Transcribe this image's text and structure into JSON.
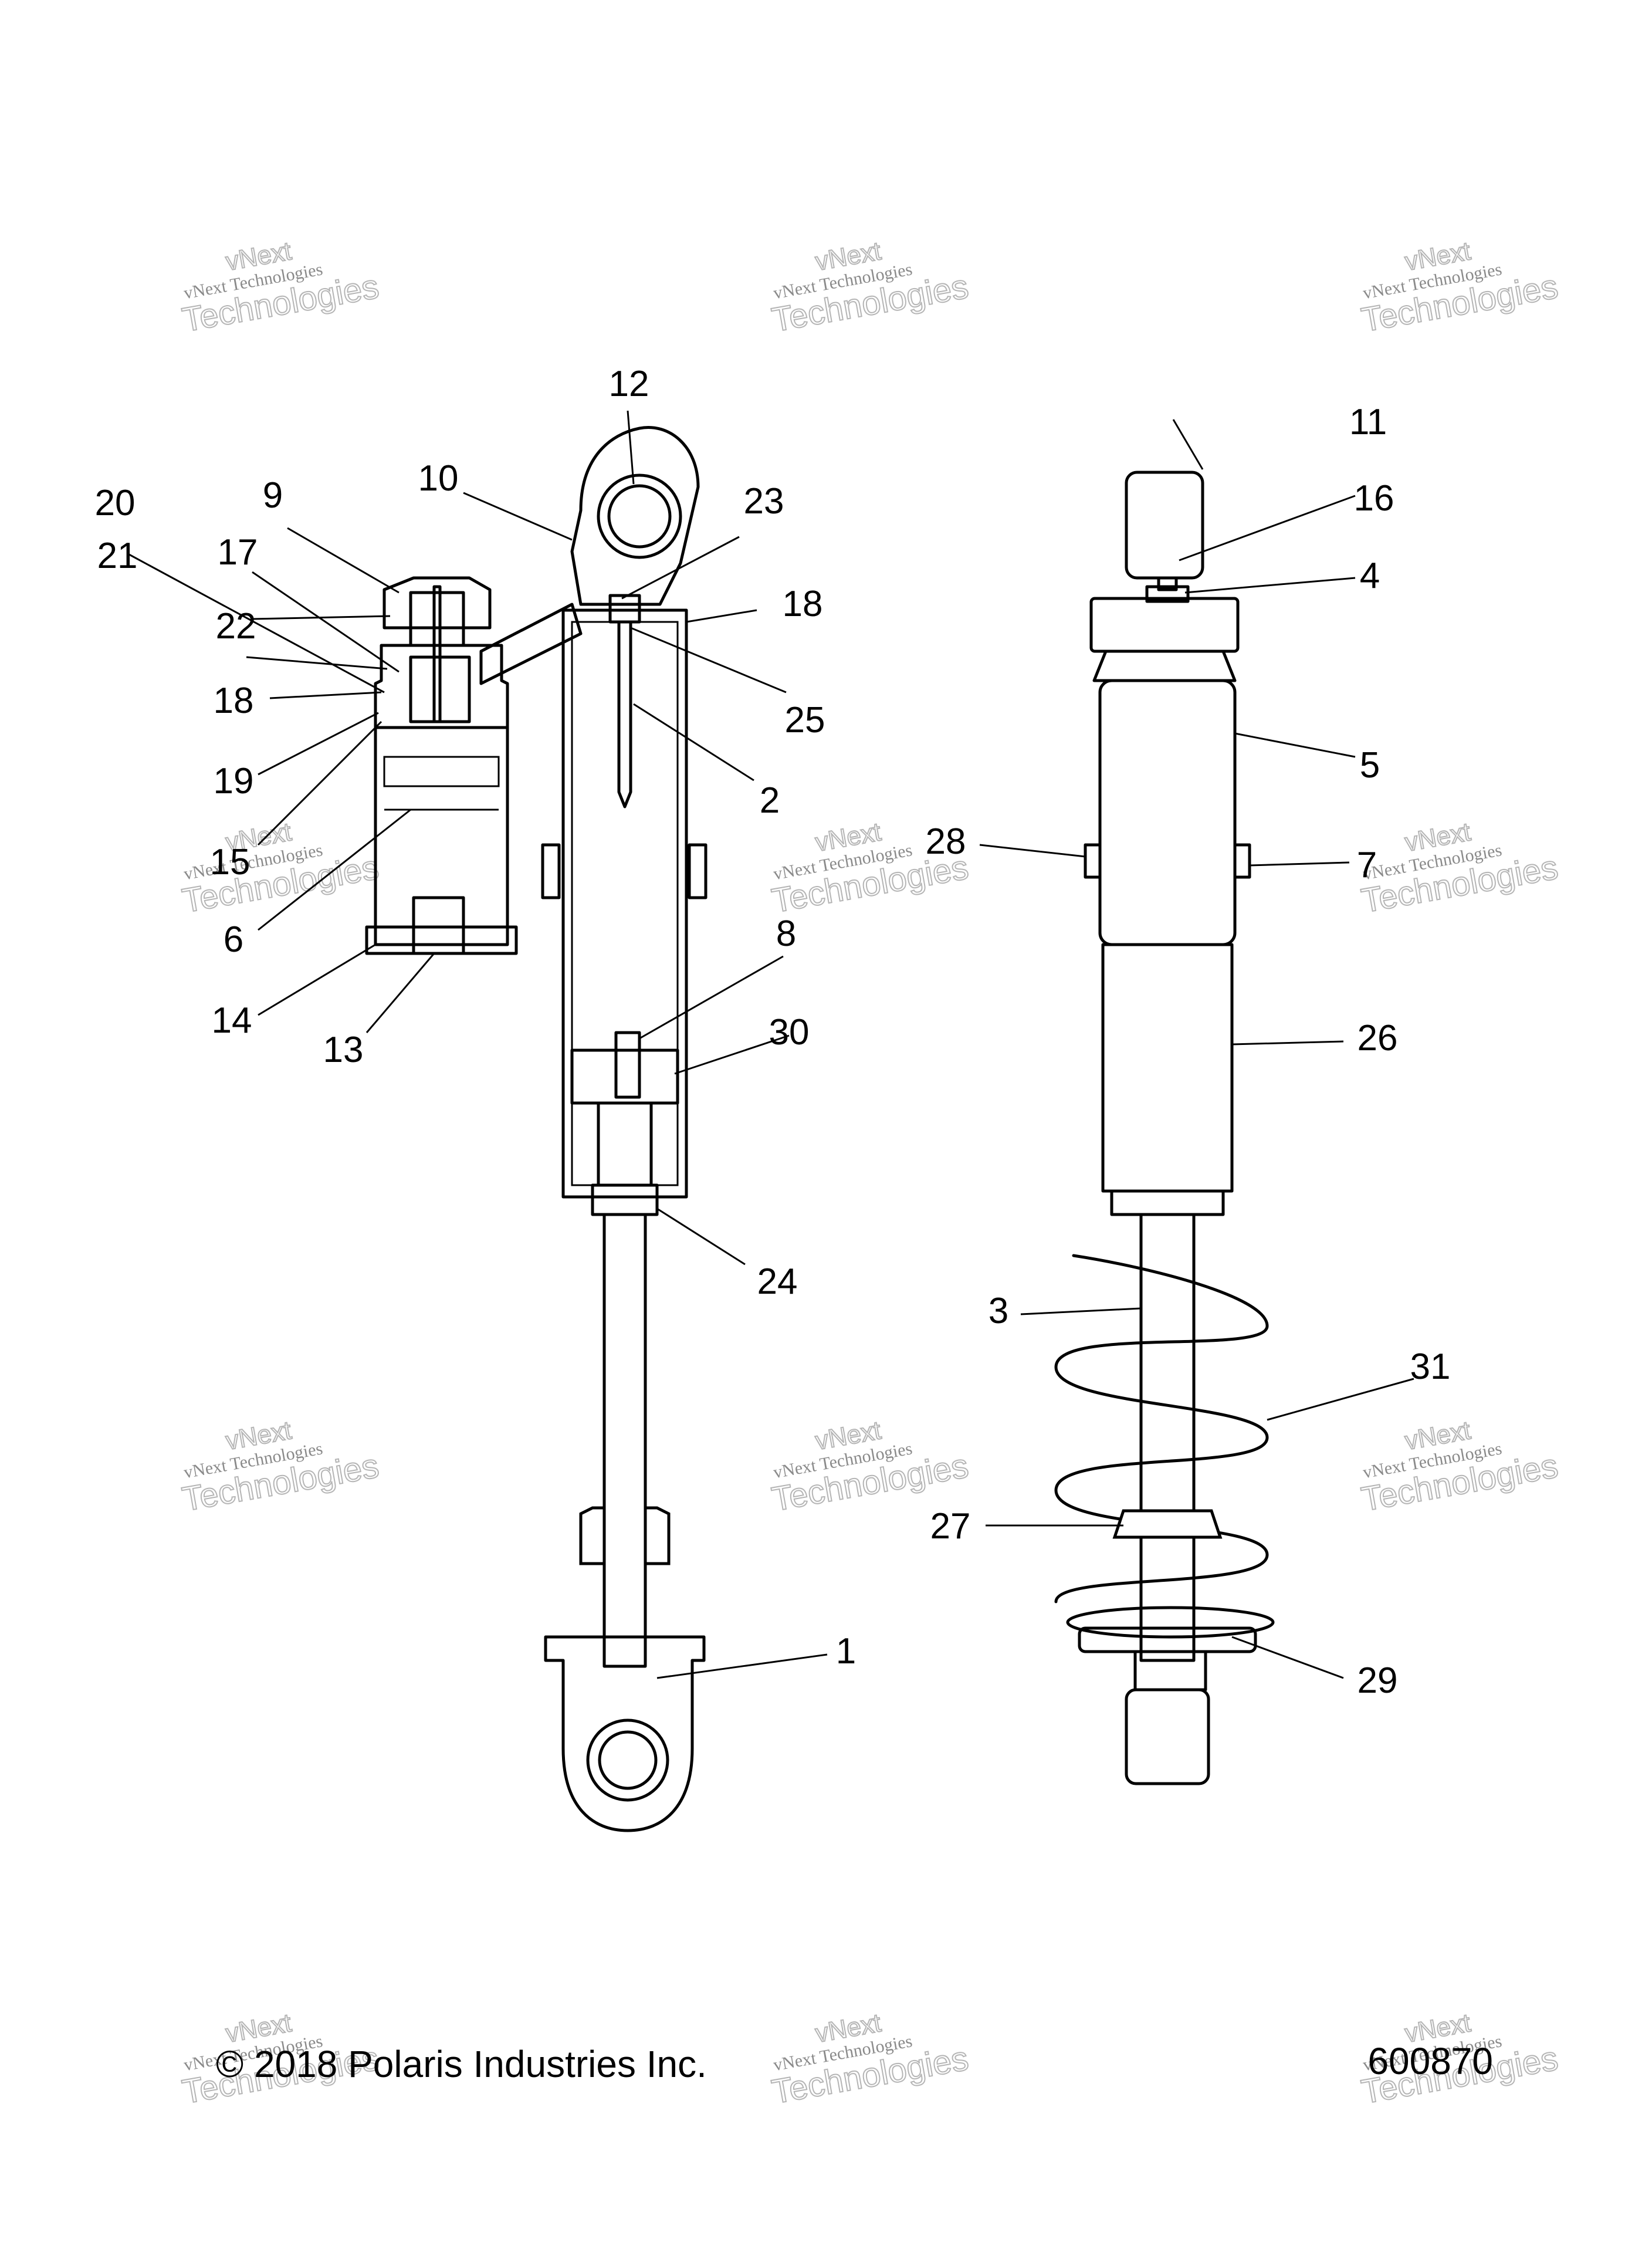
{
  "diagram": {
    "footer": {
      "copyright": "© 2018 Polaris Industries Inc.",
      "drawing_number": "600870"
    },
    "watermark": {
      "line_top": "vNext",
      "line_1": "vNext Technologies",
      "line_2": "Technologies"
    },
    "callouts": {
      "left_assembly": [
        "12",
        "10",
        "9",
        "20",
        "21",
        "17",
        "22",
        "18",
        "19",
        "15",
        "6",
        "14",
        "13",
        "23",
        "18",
        "25",
        "2",
        "8",
        "30",
        "24",
        "1"
      ],
      "right_assembly": [
        "11",
        "16",
        "4",
        "5",
        "28",
        "7",
        "26",
        "3",
        "31",
        "27",
        "29"
      ]
    },
    "colors": {
      "line": "#000000",
      "watermark": "#b5b5b5",
      "background": "#ffffff"
    }
  }
}
